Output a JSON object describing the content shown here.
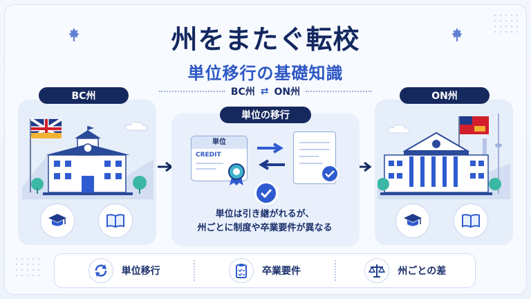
{
  "title": "州をまたぐ転校",
  "subtitle": "単位移行の基礎知識",
  "route": {
    "from": "BC州",
    "arrow": "⇄",
    "to": "ON州"
  },
  "left_panel": {
    "label": "BC州"
  },
  "center_panel": {
    "label": "単位の移行",
    "card_heading": "単位",
    "card_text": "CREDIT",
    "note_line1": "単位は引き継がれるが、",
    "note_line2": "州ごとに制度や卒業要件が異なる"
  },
  "right_panel": {
    "label": "ON州"
  },
  "bottom_items": [
    {
      "label": "単位移行",
      "icon": "refresh-icon"
    },
    {
      "label": "卒業要件",
      "icon": "clipboard-icon"
    },
    {
      "label": "州ごとの差",
      "icon": "scales-icon"
    }
  ],
  "colors": {
    "navy": "#16295e",
    "blue": "#2d57c4",
    "panel": "#e6eefa"
  }
}
